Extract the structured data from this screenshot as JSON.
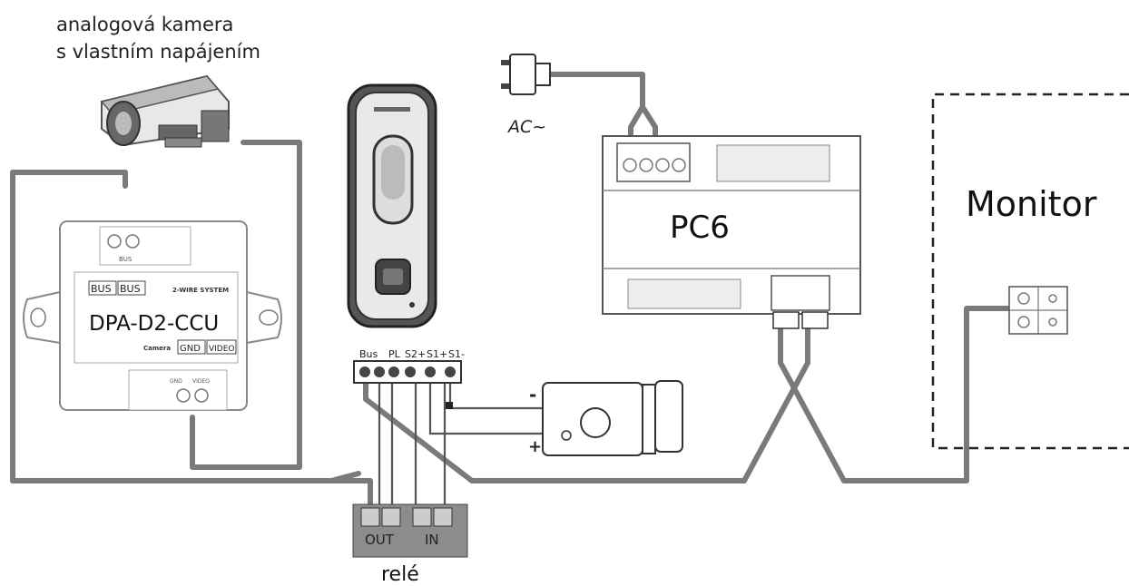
{
  "camera": {
    "label_line1": "analogová kamera",
    "label_line2": "s vlastním napájením"
  },
  "ccu": {
    "name": "DPA-D2-CCU",
    "bus_top": "BUS",
    "bus_left": "BUS",
    "bus_right": "BUS",
    "system": "2-WIRE SYSTEM",
    "camera": "Camera",
    "gnd": "GND",
    "video": "VIDEO",
    "bottom_gnd": "GND",
    "bottom_video": "VIDEO"
  },
  "power": {
    "ac_label": "AC~"
  },
  "pc6": {
    "name": "PC6"
  },
  "monitor": {
    "name": "Monitor"
  },
  "terminal": {
    "bus": "Bus",
    "pl": "PL",
    "s2p": "S2+",
    "s1p": "S1+",
    "s1m": "S1-"
  },
  "lock": {
    "minus": "-",
    "plus": "+"
  },
  "relay": {
    "out": "OUT",
    "in": "IN",
    "name": "relé"
  }
}
